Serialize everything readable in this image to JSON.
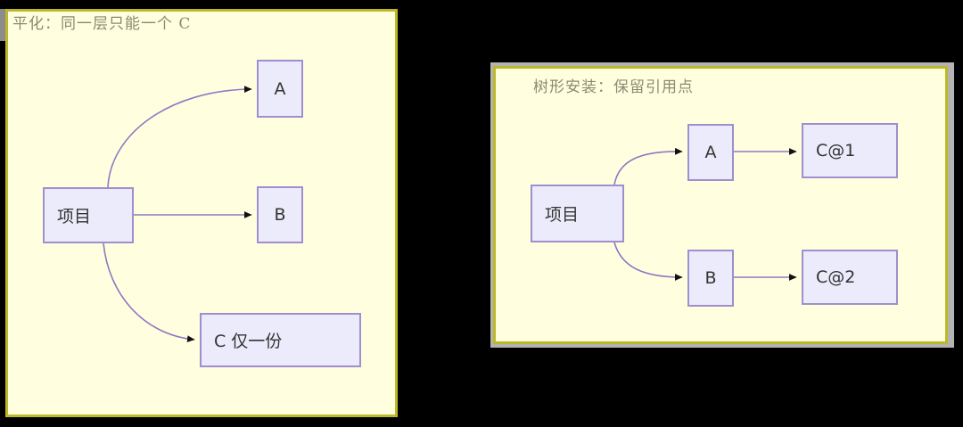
{
  "page": {
    "background": "#000000",
    "panel_bg": "#ffffe0",
    "panel_border": "#bdb829",
    "node_fill": "#ecebfb",
    "node_border": "#9f8fcf",
    "edge_color": "#8d79c1",
    "title_color": "#8a8a72"
  },
  "panels": [
    {
      "id": "flat",
      "title": "平化：同一层只能一个 C",
      "nodes": [
        {
          "id": "root",
          "label": "项目"
        },
        {
          "id": "a",
          "label": "A"
        },
        {
          "id": "b",
          "label": "B"
        },
        {
          "id": "c",
          "label": "C 仅一份"
        }
      ],
      "edges": [
        {
          "from": "root",
          "to": "a"
        },
        {
          "from": "root",
          "to": "b"
        },
        {
          "from": "root",
          "to": "c"
        }
      ]
    },
    {
      "id": "tree",
      "title": "树形安装：保留引用点",
      "nodes": [
        {
          "id": "root",
          "label": "项目"
        },
        {
          "id": "a",
          "label": "A"
        },
        {
          "id": "b",
          "label": "B"
        },
        {
          "id": "c1",
          "label": "C@1"
        },
        {
          "id": "c2",
          "label": "C@2"
        }
      ],
      "edges": [
        {
          "from": "root",
          "to": "a"
        },
        {
          "from": "root",
          "to": "b"
        },
        {
          "from": "a",
          "to": "c1"
        },
        {
          "from": "b",
          "to": "c2"
        }
      ]
    }
  ]
}
